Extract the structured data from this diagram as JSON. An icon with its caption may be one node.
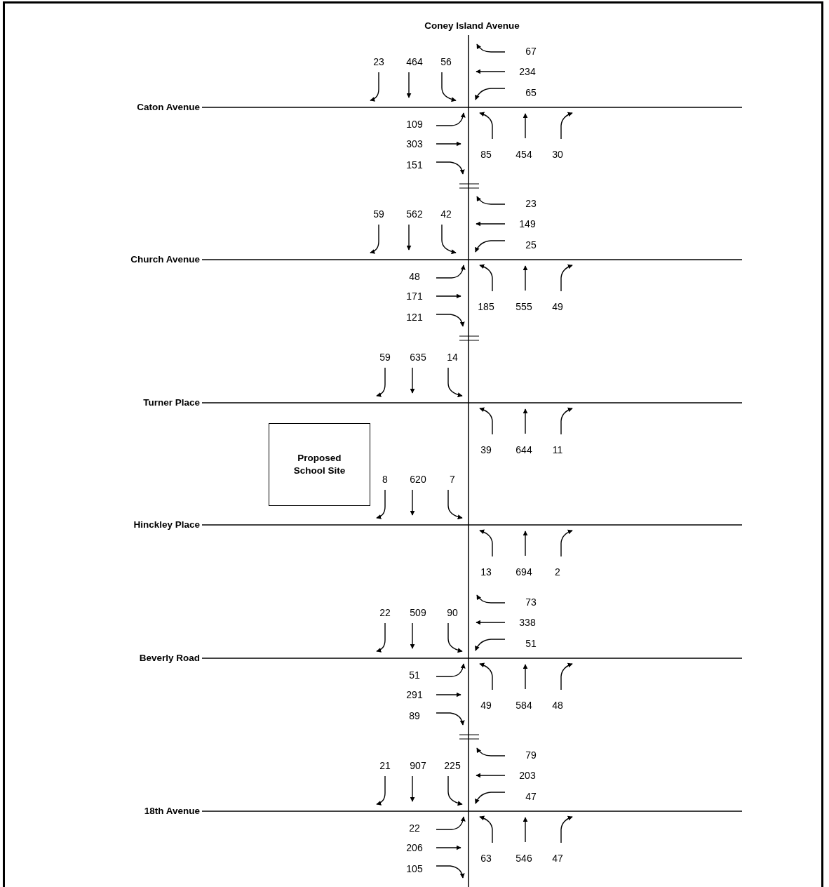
{
  "diagram": {
    "nodes": [
      {
        "text": [
          "Proposed School Site"
        ]
      }
    ],
    "labels": [
      "Coney Island Avenue",
      "67",
      "23",
      "464",
      "56",
      "234",
      "65",
      "Caton Avenue",
      "109",
      "303",
      "85",
      "454",
      "30",
      "151",
      "23",
      "59",
      "562",
      "42",
      "149",
      "25",
      "Church Avenue",
      "48",
      "171",
      "185",
      "555",
      "49",
      "121",
      "59",
      "635",
      "14",
      "Turner Place",
      "39",
      "644",
      "11",
      "8",
      "620",
      "7",
      "Hinckley Place",
      "13",
      "694",
      "2",
      "73",
      "22",
      "509",
      "90",
      "338",
      "51",
      "Beverly Road",
      "51",
      "291",
      "49",
      "584",
      "48",
      "89",
      "79",
      "21",
      "907",
      "225",
      "203",
      "47",
      "18th Avenue",
      "22",
      "206",
      "63",
      "546",
      "47",
      "105"
    ]
  }
}
